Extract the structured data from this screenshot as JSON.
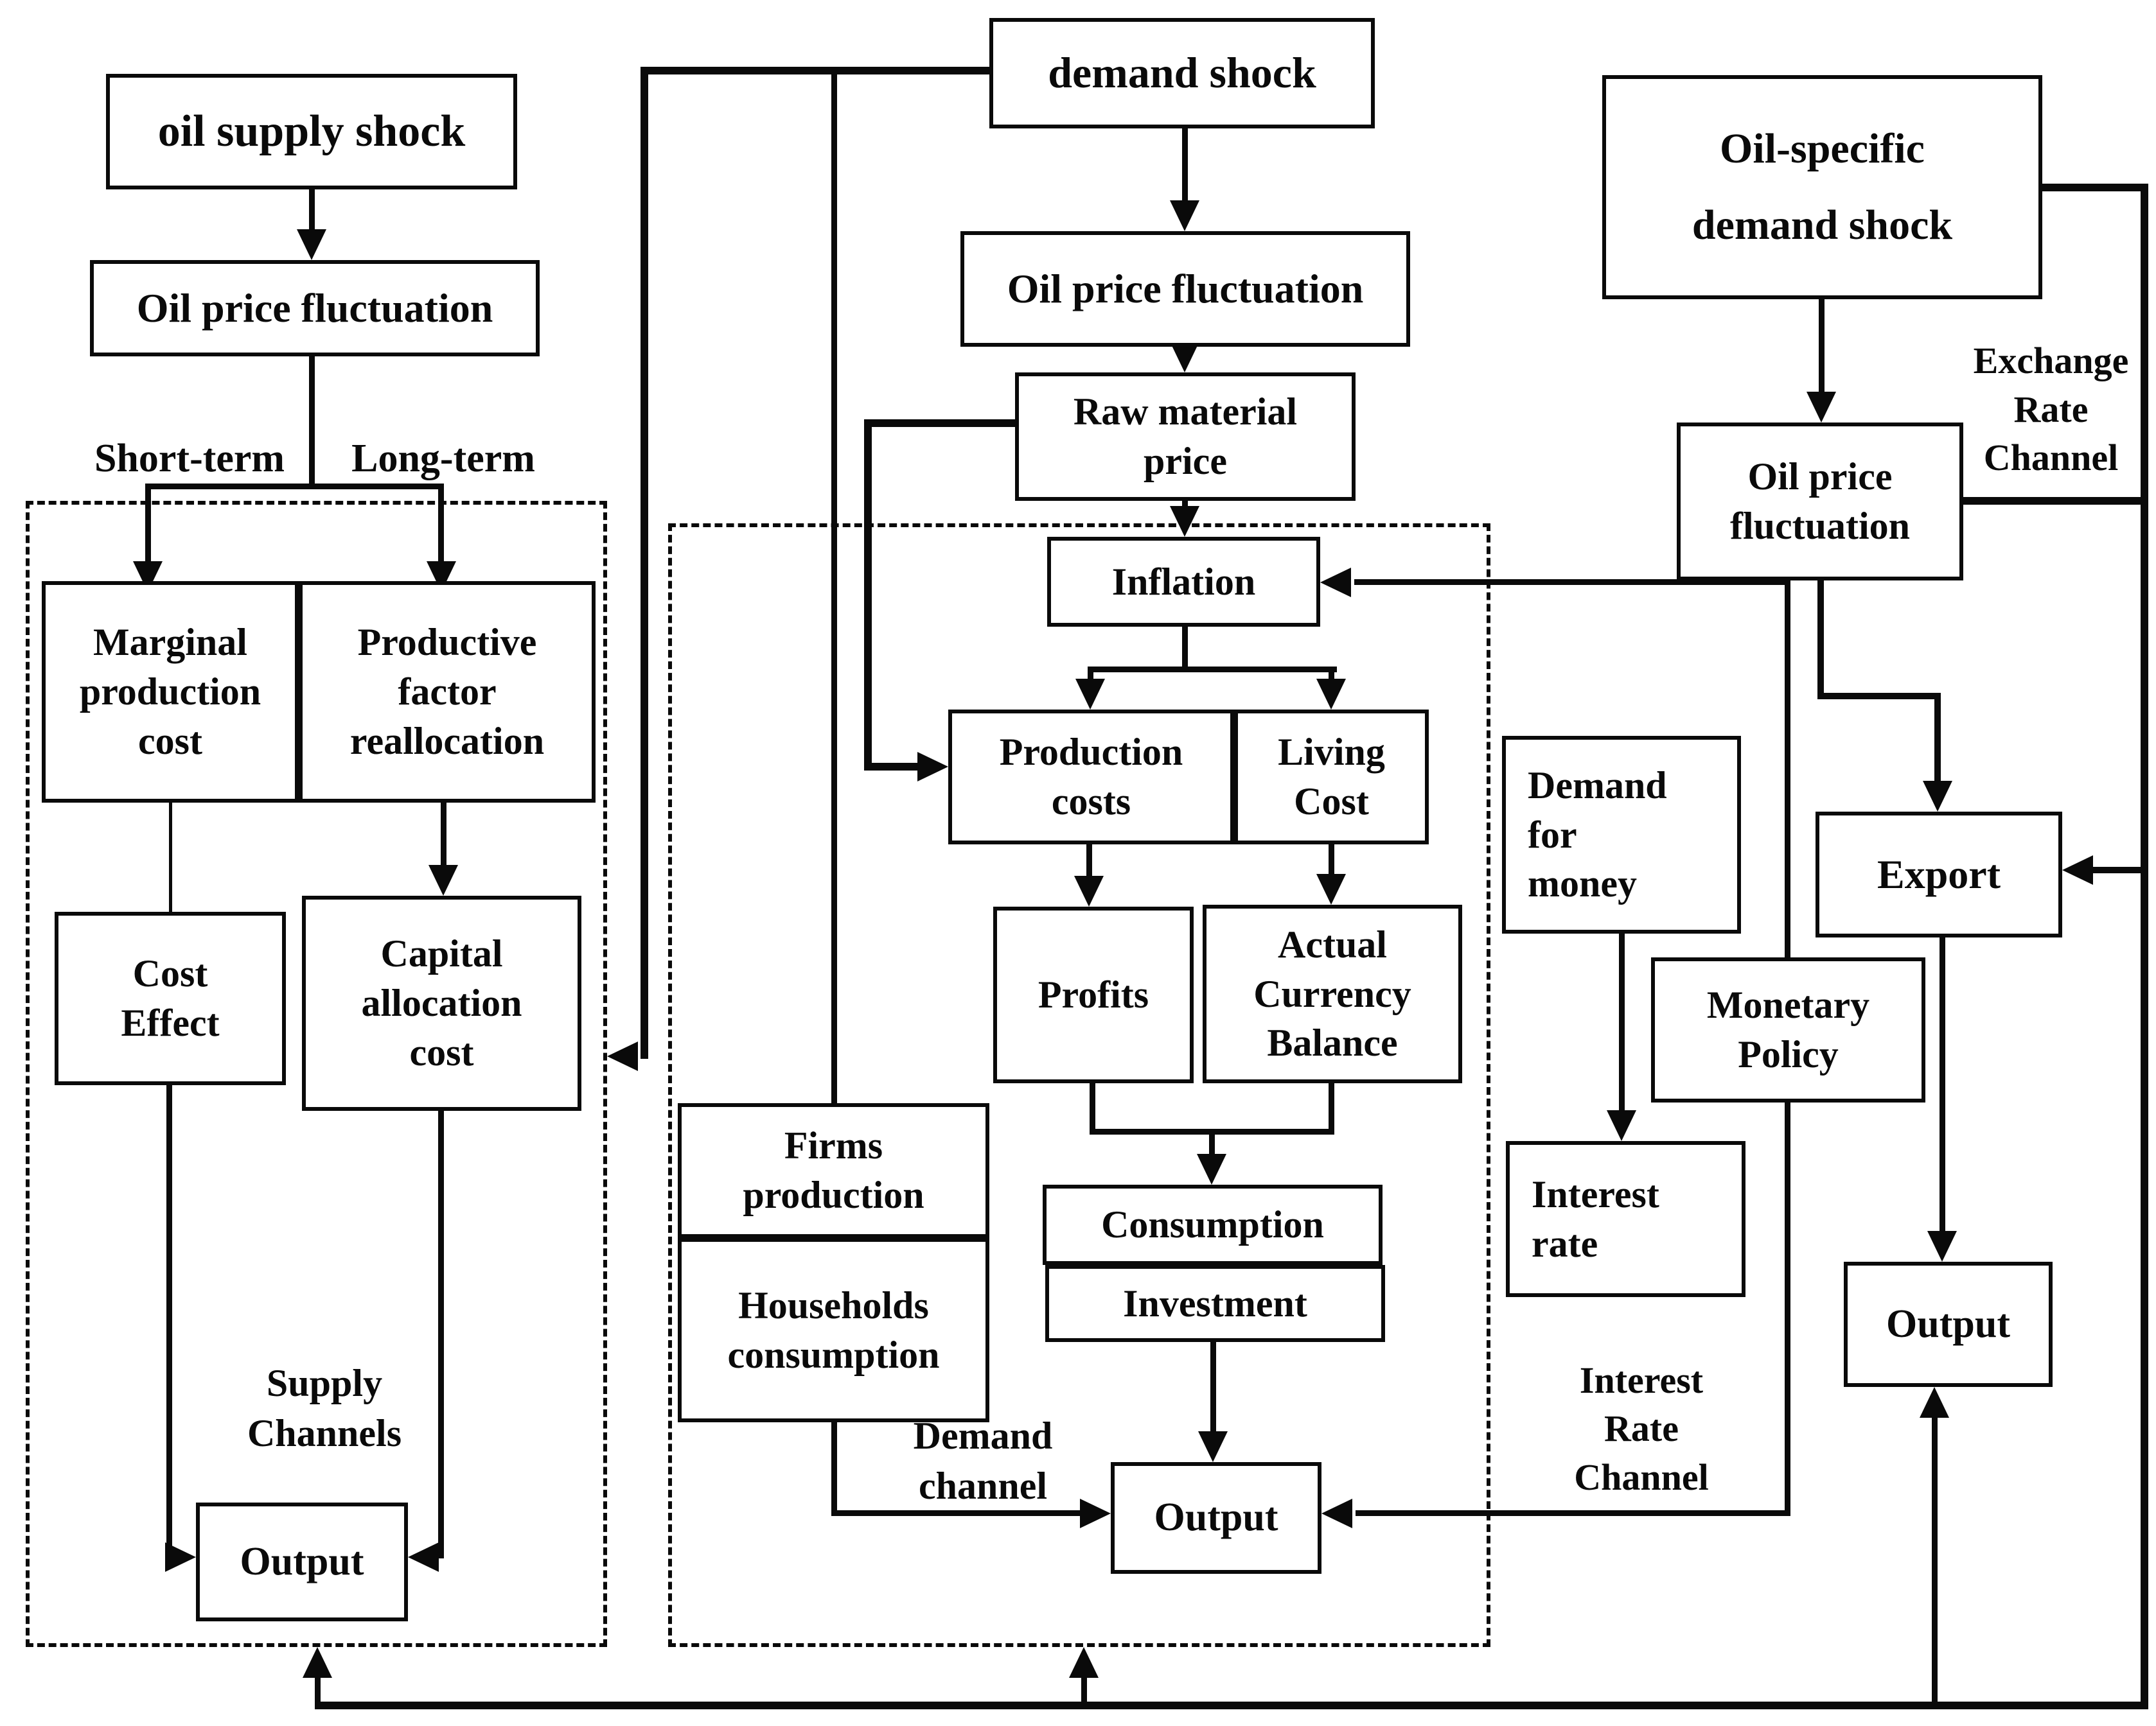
{
  "colors": {
    "ink": "#0a0a0a",
    "background": "#ffffff"
  },
  "boxes": {
    "oil_supply_shock": {
      "label": "oil supply shock"
    },
    "opf_left": {
      "label": "Oil price fluctuation"
    },
    "marginal": {
      "label": "Marginal\nproduction\ncost"
    },
    "productive": {
      "label": "Productive\nfactor\nreallocation"
    },
    "cost_effect": {
      "label": "Cost\nEffect"
    },
    "capital": {
      "label": "Capital\nallocation\ncost"
    },
    "output_left": {
      "label": "Output"
    },
    "demand_shock": {
      "label": "demand shock"
    },
    "opf_mid": {
      "label": "Oil price fluctuation"
    },
    "raw_material": {
      "label": "Raw material\nprice"
    },
    "inflation": {
      "label": "Inflation"
    },
    "production_costs": {
      "label": "Production\ncosts"
    },
    "living_cost": {
      "label": "Living\nCost"
    },
    "profits": {
      "label": "Profits"
    },
    "acb": {
      "label": "Actual\nCurrency\nBalance"
    },
    "consumption": {
      "label": "Consumption"
    },
    "investment": {
      "label": "Investment"
    },
    "firms": {
      "label": "Firms\nproduction"
    },
    "households": {
      "label": "Households\nconsumption"
    },
    "output_mid": {
      "label": "Output"
    },
    "oil_specific": {
      "label": "Oil-specific\ndemand shock"
    },
    "opf_right": {
      "label": "Oil    price\nfluctuation"
    },
    "demand_money": {
      "label": "Demand\nfor\nmoney"
    },
    "monetary_policy": {
      "label": "Monetary\nPolicy"
    },
    "interest_rate": {
      "label": "Interest\nrate"
    },
    "export": {
      "label": "Export"
    },
    "output_right": {
      "label": "Output"
    }
  },
  "labels": {
    "short_term": {
      "text": "Short-term"
    },
    "long_term": {
      "text": "Long-term"
    },
    "supply_channels": {
      "text": "Supply\nChannels"
    },
    "demand_channel": {
      "text": "Demand\nchannel"
    },
    "exchange_rate_channel": {
      "text": "Exchange\nRate\nChannel"
    },
    "interest_rate_channel": {
      "text": "Interest\nRate\nChannel"
    }
  }
}
